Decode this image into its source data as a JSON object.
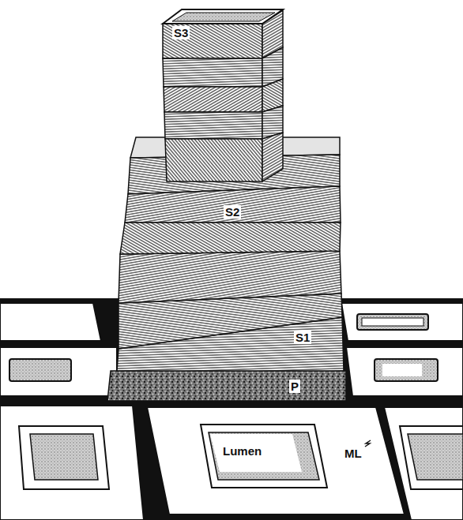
{
  "diagram": {
    "labels": [
      "S3",
      "S2",
      "S1",
      "P",
      "Lumen",
      "ML"
    ]
  }
}
